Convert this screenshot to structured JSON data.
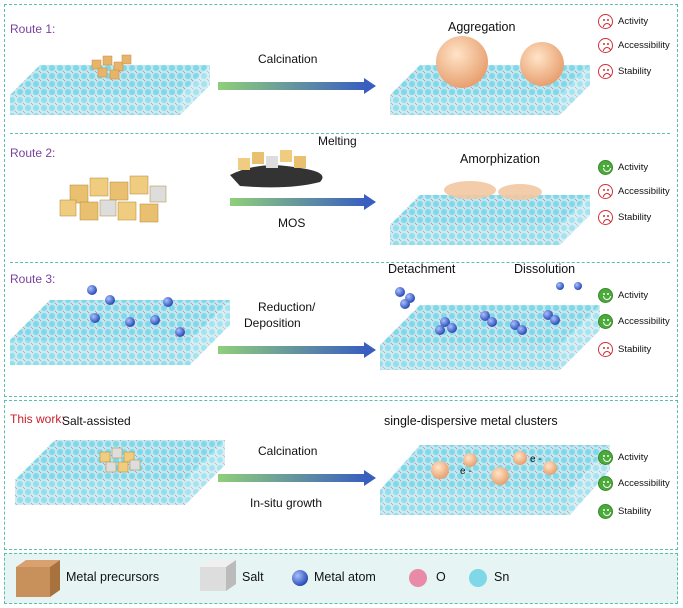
{
  "routes": [
    {
      "label": "Route 1:",
      "step": "Calcination",
      "result": "Aggregation",
      "status": [
        {
          "name": "Activity",
          "good": false
        },
        {
          "name": "Accessibility",
          "good": false
        },
        {
          "name": "Stability",
          "good": false
        }
      ]
    },
    {
      "label": "Route 2:",
      "step_top": "Melting",
      "step": "MOS",
      "result": "Amorphization",
      "status": [
        {
          "name": "Activity",
          "good": true
        },
        {
          "name": "Accessibility",
          "good": false
        },
        {
          "name": "Stability",
          "good": false
        }
      ]
    },
    {
      "label": "Route 3:",
      "step": "Reduction/",
      "step2": "Deposition",
      "result_a": "Detachment",
      "result_b": "Dissolution",
      "status": [
        {
          "name": "Activity",
          "good": true
        },
        {
          "name": "Accessibility",
          "good": true
        },
        {
          "name": "Stability",
          "good": false
        }
      ]
    }
  ],
  "thiswork": {
    "label": "This work:",
    "pre": "Salt-assisted",
    "step": "Calcination",
    "step2": "In-situ growth",
    "result": "single-dispersive metal clusters",
    "electron": "e -",
    "status": [
      {
        "name": "Activity",
        "good": true
      },
      {
        "name": "Accessibility",
        "good": true
      },
      {
        "name": "Stability",
        "good": true
      }
    ]
  },
  "legend": {
    "metal_precursors": "Metal precursors",
    "salt": "Salt",
    "metal_atom": "Metal atom",
    "o": "O",
    "sn": "Sn"
  },
  "colors": {
    "frame": "#5bbfb0",
    "route_label": "#7a3fa0",
    "thiswork_label": "#c8202a",
    "happy": "#4bab3a",
    "sad": "#d0313a",
    "sn": "#7fd8e8",
    "o": "#e88aa8",
    "metal_atom": "#3a5ec0",
    "precursor": "#e8b46a"
  }
}
